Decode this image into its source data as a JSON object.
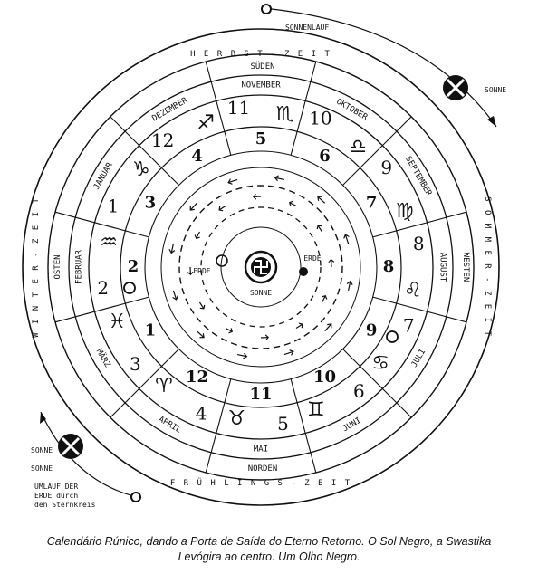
{
  "seasons": {
    "top": "H E R B S T - Z E I T",
    "right": "S O M M E R - Z E I T",
    "bottom": "F R Ü H L I N G S - Z E I T",
    "left": "W I N T E R - Z E I T"
  },
  "directions": {
    "north": "SÜDEN",
    "west": "OSTEN",
    "east": "WESTEN",
    "south": "NORDEN"
  },
  "months": [
    {
      "label": "JANUAR",
      "number": "1"
    },
    {
      "label": "FEBRUAR",
      "number": "2"
    },
    {
      "label": "MÄRZ",
      "number": "3"
    },
    {
      "label": "APRIL",
      "number": "4"
    },
    {
      "label": "MAI",
      "number": "5"
    },
    {
      "label": "JUNI",
      "number": "6"
    },
    {
      "label": "JULI",
      "number": "7"
    },
    {
      "label": "AUGUST",
      "number": "8"
    },
    {
      "label": "SEPTEMBER",
      "number": "9"
    },
    {
      "label": "OKTOBER",
      "number": "10"
    },
    {
      "label": "NOVEMBER",
      "number": "11"
    },
    {
      "label": "DEZEMBER",
      "number": "12"
    }
  ],
  "zodiac": [
    "♑",
    "♒",
    "♓",
    "♈",
    "♉",
    "♊",
    "♋",
    "♌",
    "♍",
    "♎",
    "♏",
    "♐"
  ],
  "zodiac_numbers": [
    "3",
    "2",
    "1",
    "12",
    "11",
    "10",
    "9",
    "8",
    "7",
    "6",
    "5",
    "4"
  ],
  "center": {
    "top": "ERDE",
    "bottom": "SONNE",
    "left": "ERDE"
  },
  "suns": {
    "top_right": "SONNE",
    "bottom_left_1": "SONNE",
    "bottom_left_2": "SONNE",
    "top_orbit": "SONNENLAUF",
    "bottom_orbit_1": "UMLAUF DER",
    "bottom_orbit_2": "ERDE durch",
    "bottom_orbit_3": "den Sternkreis"
  },
  "caption": {
    "line1": "Calendário Rúnico, dando a Porta de Saída do Eterno Retorno. O Sol Negro, a Swastika",
    "line2": "Levógira ao centro. Um Olho Negro."
  }
}
